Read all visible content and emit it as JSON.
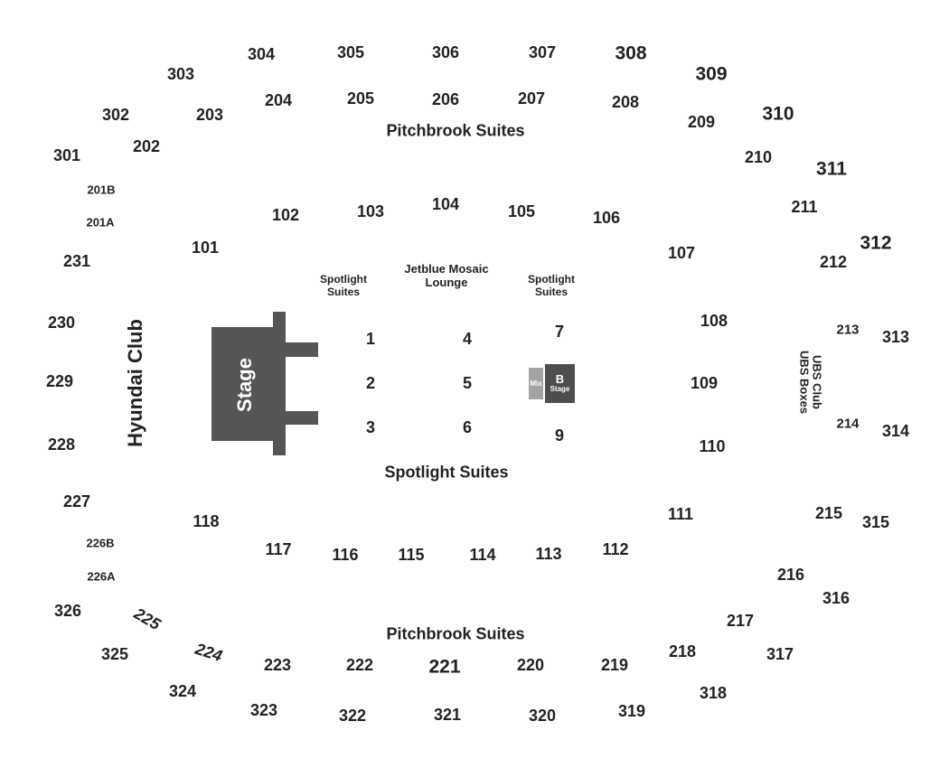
{
  "colors": {
    "stage_fill": "#555555",
    "text": "#222222",
    "mix_fill": "#a3a3a3",
    "b_stage_fill": "#4d4d4d"
  },
  "stage": {
    "label": "Stage"
  },
  "b_stage": {
    "letter": "B",
    "label": "Stage"
  },
  "mix": {
    "label": "Mix"
  },
  "areas": {
    "hyundai_club": "Hyundai Club",
    "ubs_club": "UBS Club",
    "ubs_boxes": "UBS Boxes",
    "pitchbrook_top": "Pitchbrook Suites",
    "pitchbrook_bottom": "Pitchbrook Suites",
    "spotlight_suites_main": "Spotlight Suites",
    "spotlight_suites_left_1": "Spotlight",
    "spotlight_suites_left_2": "Suites",
    "spotlight_suites_right_1": "Spotlight",
    "spotlight_suites_right_2": "Suites",
    "lounge_1": "Jetblue Mosaic",
    "lounge_2": "Lounge"
  },
  "floor_sections": [
    "1",
    "2",
    "3",
    "4",
    "5",
    "6",
    "7",
    "9"
  ],
  "sections_100": [
    "101",
    "102",
    "103",
    "104",
    "105",
    "106",
    "107",
    "108",
    "109",
    "110",
    "111",
    "112",
    "113",
    "114",
    "115",
    "116",
    "117",
    "118"
  ],
  "sections_200": [
    "201B",
    "201A",
    "202",
    "203",
    "204",
    "205",
    "206",
    "207",
    "208",
    "209",
    "210",
    "211",
    "212",
    "213",
    "214",
    "215",
    "216",
    "217",
    "218",
    "219",
    "220",
    "221",
    "222",
    "223",
    "224",
    "225",
    "226A",
    "226B",
    "227",
    "228",
    "229",
    "230",
    "231"
  ],
  "sections_300": [
    "301",
    "302",
    "303",
    "304",
    "305",
    "306",
    "307",
    "308",
    "309",
    "310",
    "311",
    "312",
    "313",
    "314",
    "315",
    "316",
    "317",
    "318",
    "319",
    "320",
    "321",
    "322",
    "323",
    "324",
    "325",
    "326"
  ]
}
